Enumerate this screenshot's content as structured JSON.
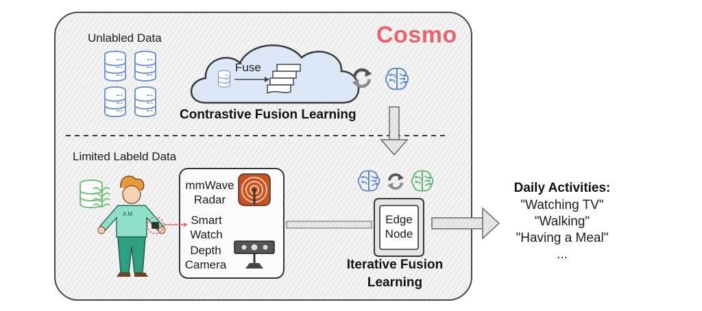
{
  "brand": "Cosmo",
  "labels": {
    "unlabeled": "Unlabled Data",
    "limited": "Limited Labeld Data",
    "fuse": "Fuse",
    "contrastive": "Contrastive Fusion Learning",
    "iterative_line1": "Iterative Fusion",
    "iterative_line2": "Learning",
    "edge_line1": "Edge",
    "edge_line2": "Node",
    "shirt_text": "A.M"
  },
  "sensors": [
    {
      "line1": "mmWave",
      "line2": "Radar",
      "icon": "radar-icon"
    },
    {
      "line1": "Smart",
      "line2": "Watch",
      "icon": "watch-icon"
    },
    {
      "line1": "Depth",
      "line2": "Camera",
      "icon": "depth-camera-icon"
    }
  ],
  "activities": {
    "title": "Daily Activities:",
    "items": [
      "\"Watching TV\"",
      "\"Walking\"",
      "\"Having a Meal\"",
      "..."
    ]
  },
  "colors": {
    "brand": "#e8636a",
    "database_blue": "#6b8fc9",
    "database_green": "#6fbf73",
    "cloud_fill": "#dce8f7",
    "radar_orange": "#c9501f",
    "neural_blue": "#5b86c6",
    "neural_green": "#59b36a",
    "shirt": "#8fe0c8",
    "pants": "#2fa082"
  }
}
